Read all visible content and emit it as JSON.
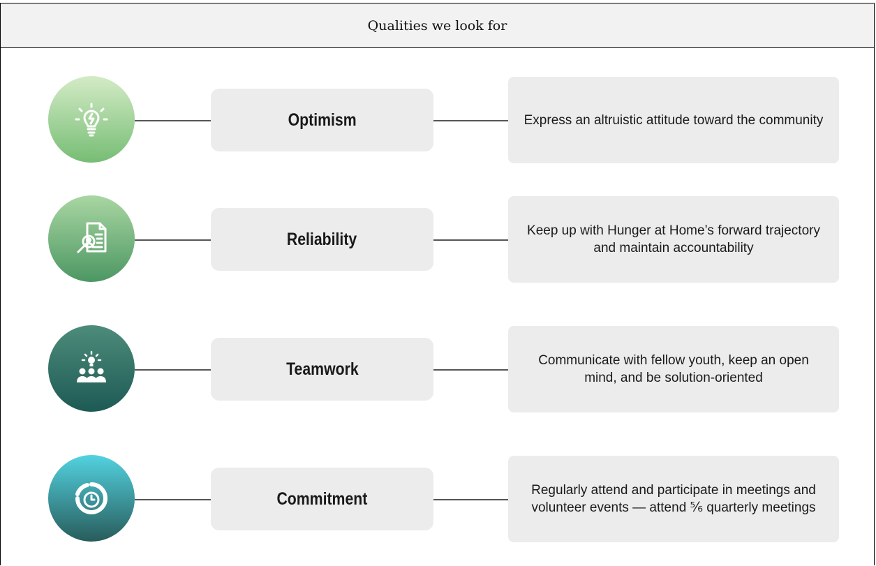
{
  "header": {
    "title": "Qualities we look for"
  },
  "qualities": [
    {
      "name": "Optimism",
      "description": "Express an altruistic attitude toward the community",
      "icon": "lightbulb-icon",
      "color_top": "#cfe6bf",
      "color_bottom": "#7cc07a"
    },
    {
      "name": "Reliability",
      "description": "Keep up with Hunger at Home’s forward trajectory and maintain accountability",
      "icon": "document-search-icon",
      "color_top": "#a8d4a0",
      "color_bottom": "#4f9a66"
    },
    {
      "name": "Teamwork",
      "description": "Communicate with fellow youth, keep an open mind, and be solution-oriented",
      "icon": "team-idea-icon",
      "color_top": "#4f8f7e",
      "color_bottom": "#1f5c57"
    },
    {
      "name": "Commitment",
      "description": "Regularly attend and participate in meetings and volunteer events — attend ⅚ quarterly meetings",
      "icon": "clock-cycle-icon",
      "color_top": "#4fd0de",
      "color_bottom": "#2a5f5e"
    }
  ]
}
